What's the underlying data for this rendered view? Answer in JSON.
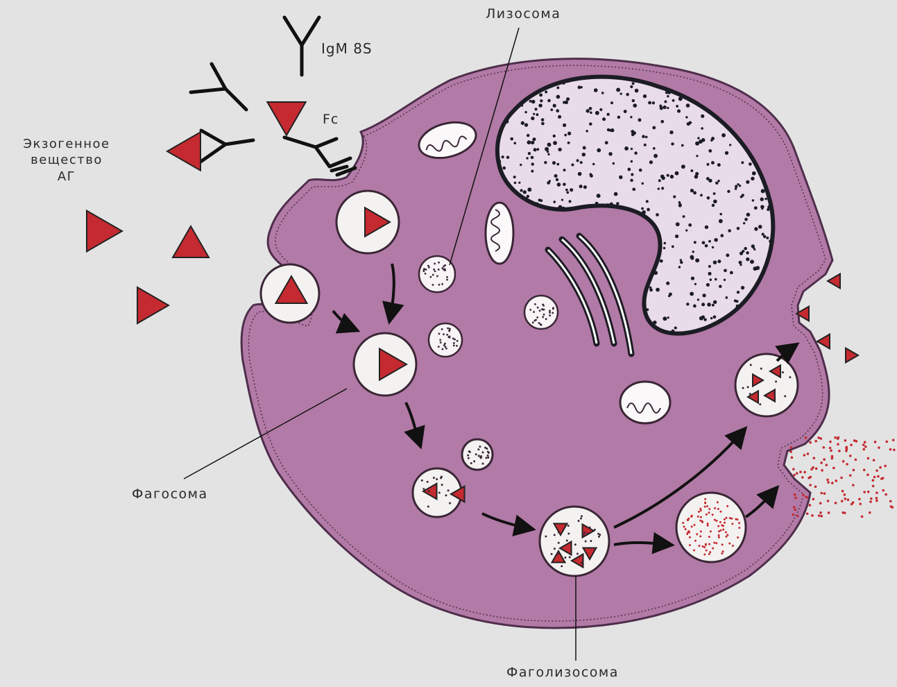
{
  "labels": {
    "exogenous_line1": "Экзогенное",
    "exogenous_line2": "вещество",
    "exogenous_line3": "АГ",
    "lysosome": "Лизосома",
    "igm": "IgM 8S",
    "fc": "Fc",
    "phagosome": "Фагосома",
    "phagolysosome": "Фаголизосома"
  },
  "colors": {
    "background": "#e3e3e3",
    "cytoplasm": "#b27aa6",
    "membrane": "#4e2e4b",
    "nucleus": "#22222b",
    "antigen": "#c42a30",
    "vesicle": "#f4f2f0"
  }
}
